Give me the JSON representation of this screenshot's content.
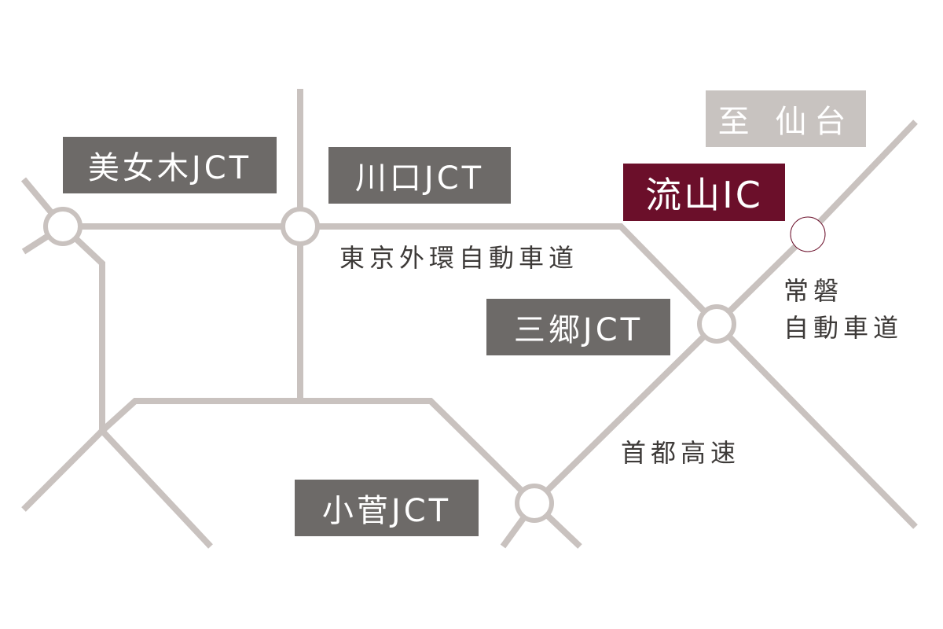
{
  "colors": {
    "road": "#c9c2bf",
    "node_fill": "#ffffff",
    "label_bg": "#6d6a68",
    "highlight": "#6b0f2a",
    "destination_bg": "#c8c3c0",
    "text": "#3d3a38"
  },
  "junctions": {
    "bijogi": "美女木JCT",
    "kawaguchi": "川口JCT",
    "misato": "三郷JCT",
    "kosuge": "小菅JCT"
  },
  "interchange": {
    "label": "流山IC"
  },
  "destination": {
    "label": "至 仙台"
  },
  "roads": {
    "gaikan": "東京外環自動車道",
    "joban_line1": "常磐",
    "joban_line2": "自動車道",
    "shuto": "首都高速"
  }
}
